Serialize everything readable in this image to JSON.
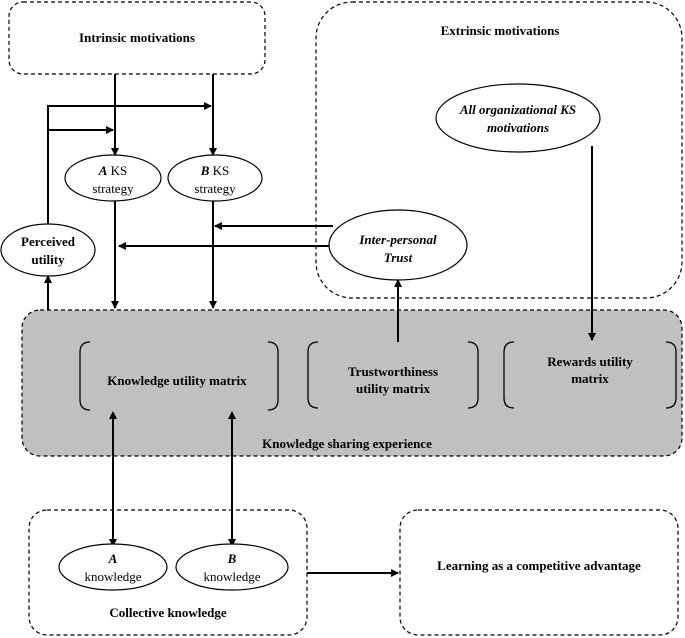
{
  "boxes": {
    "intrinsic": "Intrinsic motivations",
    "extrinsic": "Extrinsic motivations",
    "experience": "Knowledge sharing experience",
    "collective": "Collective knowledge",
    "learning": "Learning as a competitive advantage"
  },
  "nodes": {
    "a_strategy": {
      "letter": "A",
      "word": " KS",
      "line2": "strategy"
    },
    "b_strategy": {
      "letter": "B",
      "word": " KS",
      "line2": "strategy"
    },
    "perceived": {
      "line1": "Perceived",
      "line2": "utility"
    },
    "trust": {
      "line1": "Inter-personal",
      "line2": "Trust"
    },
    "org": {
      "line1": "All organizational KS",
      "line2": "motivations"
    },
    "a_knowledge": {
      "letter": "A",
      "line2": "knowledge"
    },
    "b_knowledge": {
      "letter": "B",
      "line2": "knowledge"
    }
  },
  "matrices": {
    "knowledge": "Knowledge utility matrix",
    "trust_line1": "Trustworthiness",
    "trust_line2": "utility matrix",
    "rewards_line1": "Rewards utility",
    "rewards_line2": "matrix"
  },
  "colors": {
    "experience_fill": "#c0c0c0",
    "line": "#000000"
  }
}
